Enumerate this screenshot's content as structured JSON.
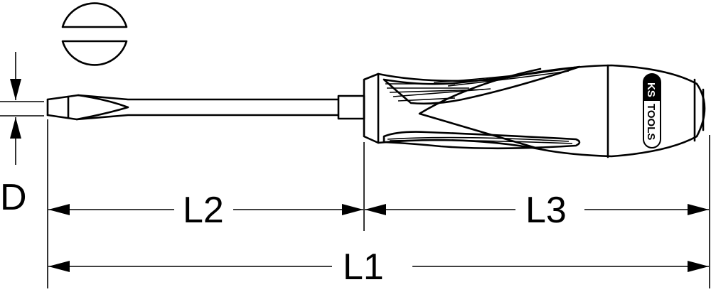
{
  "drawing": {
    "subject": "Slotted screwdriver dimension drawing",
    "brand_logo": {
      "top": "KS",
      "bottom": "TOOLS"
    },
    "tip_profile_icon": "slotted-head-cross-section",
    "dimensions": {
      "D": {
        "label": "D",
        "meaning": "blade width/thickness"
      },
      "L1": {
        "label": "L1",
        "meaning": "overall length"
      },
      "L2": {
        "label": "L2",
        "meaning": "blade length"
      },
      "L3": {
        "label": "L3",
        "meaning": "handle length"
      }
    },
    "colors": {
      "line": "#000000",
      "background": "#ffffff"
    }
  }
}
